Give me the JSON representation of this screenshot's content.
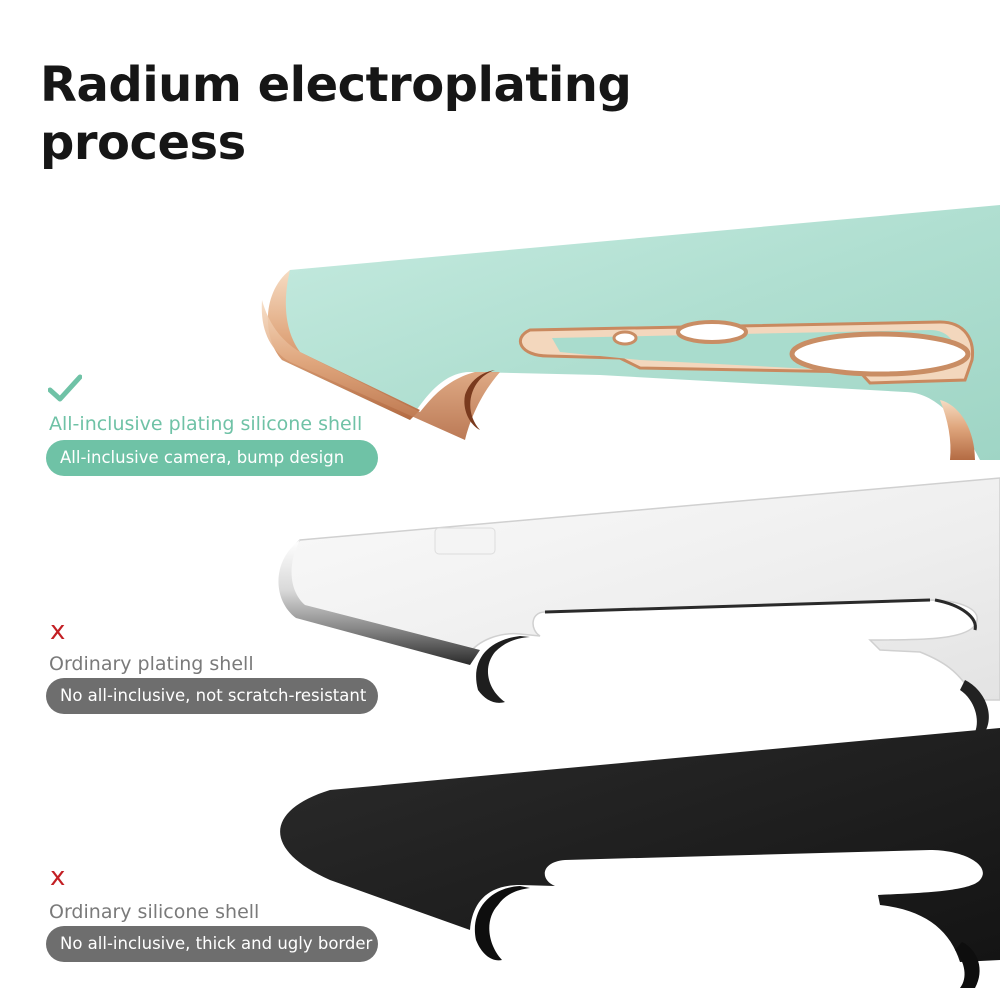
{
  "headline": {
    "line1": "Radium electroplating",
    "line2": "process"
  },
  "colors": {
    "accent_green": "#6fc2a6",
    "pill_gray": "#6e6e6e",
    "cross_red": "#c31f24",
    "title_text": "#161616",
    "case_mint": "#b3e0d4",
    "gold_edge": "#d59a72",
    "case_black": "#1c1c1c"
  },
  "comparison": [
    {
      "icon": "checkmark-icon",
      "symbol": "",
      "label": "All-inclusive plating silicone shell",
      "tag": "All-inclusive camera, bump design"
    },
    {
      "icon": "cross-icon",
      "symbol": "x",
      "label": "Ordinary plating shell",
      "tag": "No all-inclusive, not scratch-resistant"
    },
    {
      "icon": "cross-icon",
      "symbol": "x",
      "label": "Ordinary silicone shell",
      "tag": "No all-inclusive, thick and ugly border"
    }
  ]
}
